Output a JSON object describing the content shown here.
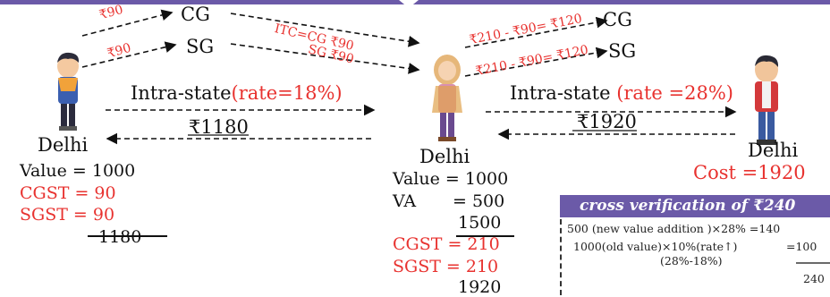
{
  "flow_top": {
    "left_cg_amount": "₹90",
    "left_cg_label": "CG",
    "left_sg_amount": "₹90",
    "left_sg_label": "SG",
    "itc_line1": "ITC=CG ₹90",
    "itc_line2": "SG ₹90",
    "right_cg_amount": "₹210 - ₹90= ₹120",
    "right_cg_label": "CG",
    "right_sg_amount": "₹210 - ₹90= ₹120",
    "right_sg_label": "SG"
  },
  "left_transaction": {
    "label": "Intra-state",
    "rate": "(rate=18%)",
    "payment": "₹1180"
  },
  "right_transaction": {
    "label": "Intra-state ",
    "rate": "(rate =28%)",
    "payment": "₹1920"
  },
  "person_left": {
    "city": "Delhi",
    "value": "Value = 1000",
    "cgst": "CGST = 90",
    "sgst": "SGST = 90",
    "total": "1180"
  },
  "person_middle": {
    "city": "Delhi",
    "value": "Value = 1000",
    "va_label": "VA",
    "va_value": "= 500",
    "subtotal": "1500",
    "cgst": "CGST = 210",
    "sgst": "SGST = 210",
    "total": "1920"
  },
  "person_right": {
    "city": "Delhi",
    "cost": "Cost =1920"
  },
  "verification": {
    "title": "cross verification of ₹240",
    "line1": "500 (new value addition )×28% =140",
    "line2_left": "1000(old value)×10%(rate",
    "line2_arrow": "↑)",
    "line2_right": "=100",
    "line3": "(28%-18%)",
    "total": "240"
  },
  "colors": {
    "accent": "#6b5aa8",
    "highlight": "#e8322f"
  }
}
